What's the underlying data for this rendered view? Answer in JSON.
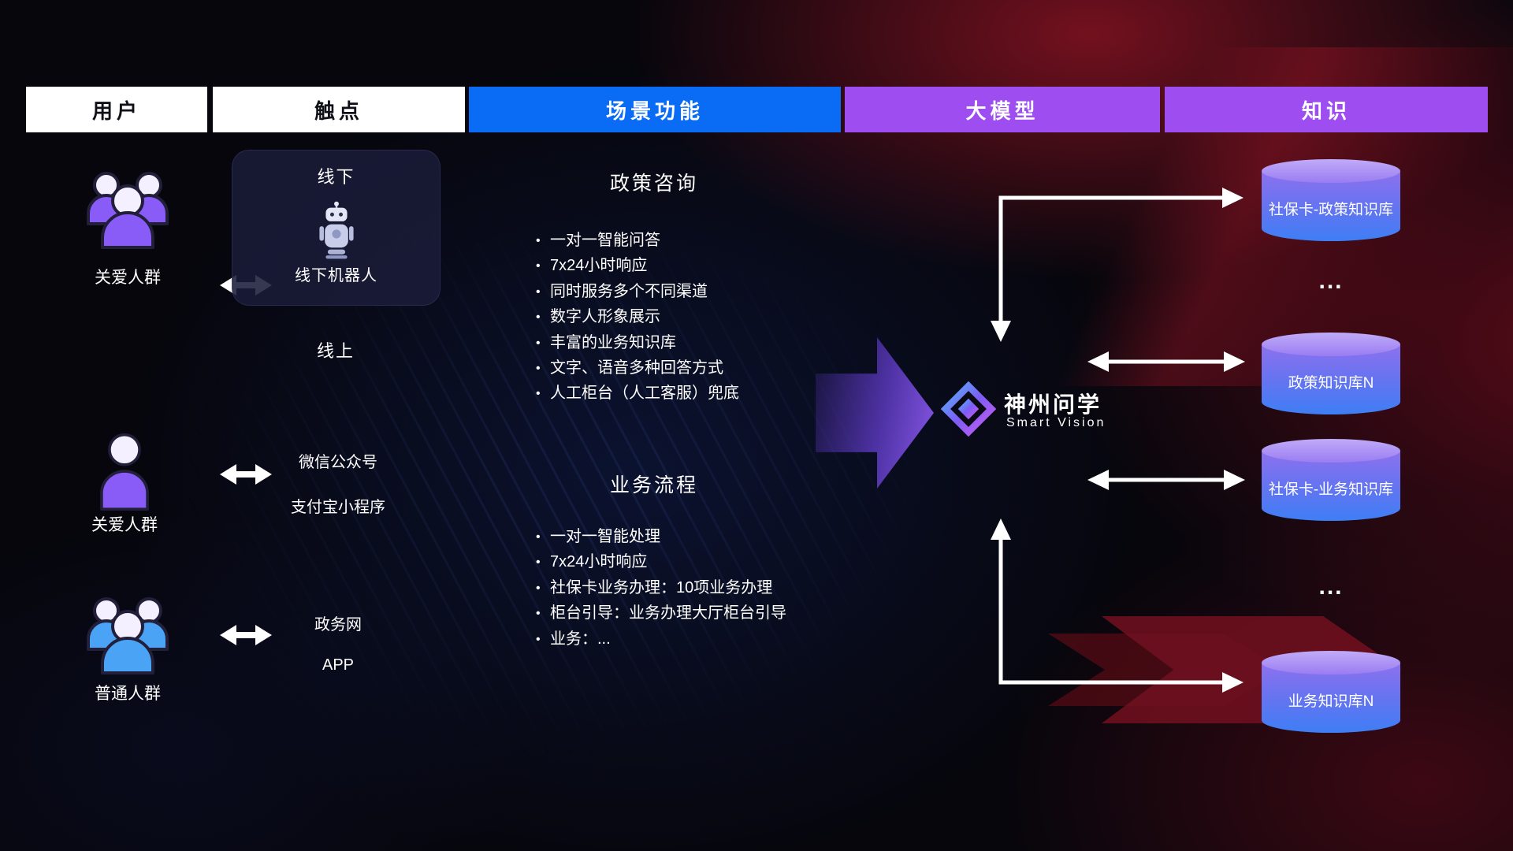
{
  "header": {
    "columns": [
      {
        "label": "用户"
      },
      {
        "label": "触点"
      },
      {
        "label": "场景功能"
      },
      {
        "label": "大模型"
      },
      {
        "label": "知识"
      }
    ]
  },
  "users": [
    {
      "label": "关爱人群",
      "icon": "people-group-icon"
    },
    {
      "label": "关爱人群",
      "icon": "person-icon"
    },
    {
      "label": "普通人群",
      "icon": "people-group-icon"
    }
  ],
  "touchpoints": {
    "offline": {
      "title": "线下",
      "robot_label": "线下机器人",
      "robot_icon": "robot-icon"
    },
    "online_title": "线上",
    "online_channels": [
      {
        "label": "微信公众号"
      },
      {
        "label": "支付宝小程序"
      }
    ],
    "gov_channels": [
      {
        "label": "政务网"
      },
      {
        "label": "APP"
      }
    ]
  },
  "scenarios": {
    "policy": {
      "title": "政策咨询",
      "items": [
        "一对一智能问答",
        "7x24小时响应",
        "同时服务多个不同渠道",
        "数字人形象展示",
        "丰富的业务知识库",
        "文字、语音多种回答方式",
        "人工柜台（人工客服）兜底"
      ]
    },
    "business": {
      "title": "业务流程",
      "items": [
        "一对一智能处理",
        "7x24小时响应",
        "社保卡业务办理：10项业务办理",
        "柜台引导：业务办理大厅柜台引导",
        "业务：..."
      ]
    }
  },
  "model": {
    "name": "神州问学",
    "subtitle": "Smart Vision",
    "logo_icon": "diamond-logo-icon"
  },
  "knowledge": {
    "databases": [
      {
        "label": "社保卡-政策知识库"
      },
      {
        "label": "政策知识库N"
      },
      {
        "label": "社保卡-业务知识库"
      },
      {
        "label": "业务知识库N"
      }
    ],
    "ellipsis": "..."
  },
  "colors": {
    "header_blue": "#0a6cf5",
    "header_purple": "#9d4df0",
    "db_cap": "#ab8df2",
    "db_body_top": "#8d72ee",
    "db_body_bottom": "#3e7ef5",
    "user_purple": "#8a5cf7",
    "user_blue": "#4aa3f5",
    "big_arrow_purple": "#8e5cf2",
    "connector_white": "#ffffff",
    "bg_red_glow": "#a5142a",
    "bg_dark": "#06060c"
  }
}
